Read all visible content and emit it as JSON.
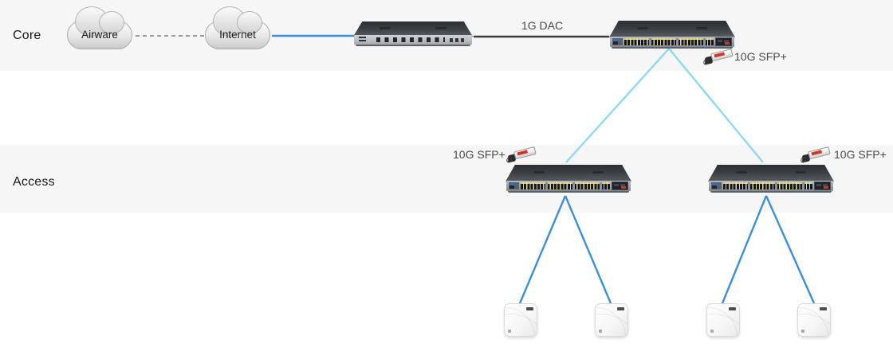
{
  "layers": {
    "core": {
      "label": "Core"
    },
    "access": {
      "label": "Access"
    }
  },
  "nodes": {
    "airware": {
      "label": "Airware"
    },
    "internet": {
      "label": "Internet"
    }
  },
  "links": {
    "dac": {
      "label": "1G DAC"
    },
    "sfp_core": {
      "label": "10G SFP+"
    },
    "sfp_left": {
      "label": "10G SFP+"
    },
    "sfp_right": {
      "label": "10G SFP+"
    }
  },
  "colors": {
    "band_bg": "#f6f6f7",
    "blue_link": "#3d8fd8",
    "light_blue_link": "#8ed8f2",
    "dark_link": "#3c3c3c",
    "dashed_link": "#9b9b9b",
    "label_text": "#4a4a4a",
    "heading_text": "#1b1b1b"
  }
}
